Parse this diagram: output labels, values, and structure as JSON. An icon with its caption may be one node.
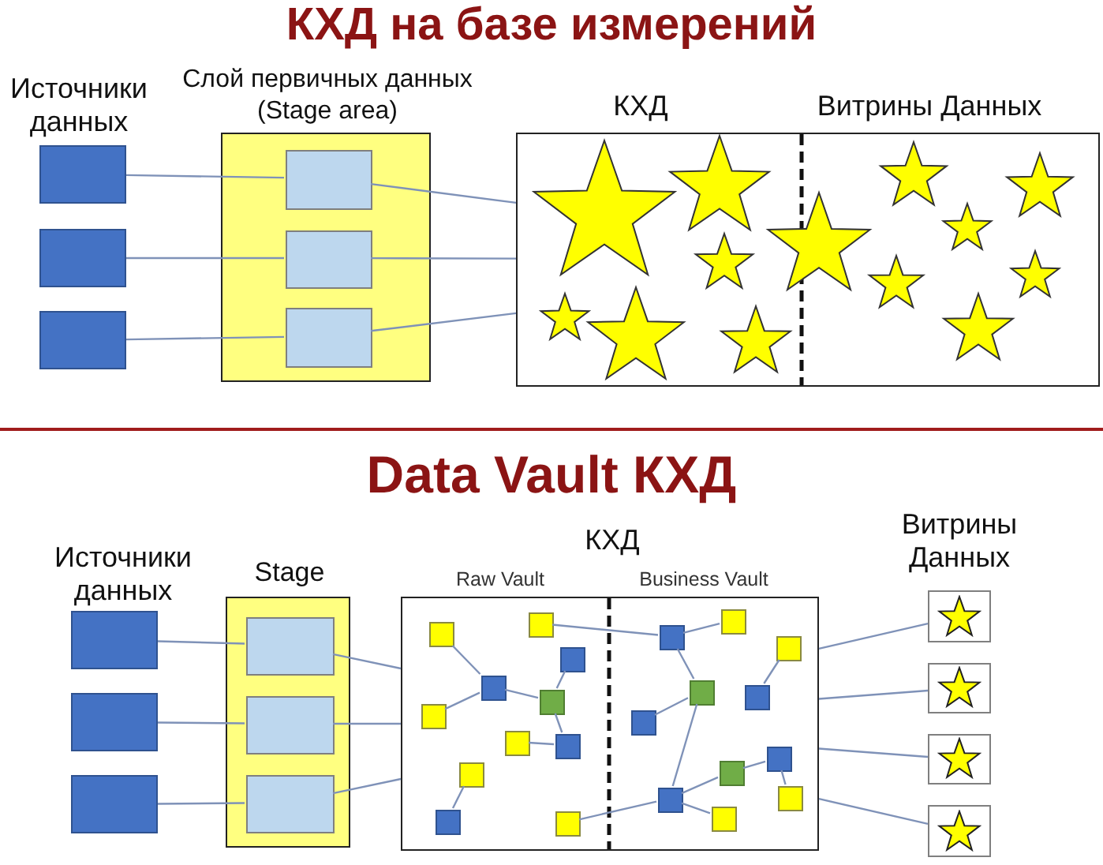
{
  "diagram": {
    "title": "КХД на базе измерений",
    "nodes": [
      {
        "text": [],
        "shape": "box"
      },
      {
        "text": [],
        "shape": "box"
      },
      {
        "text": [],
        "shape": "box"
      },
      {
        "text": [
          "Слой первичных данных (Stage area)"
        ]
      },
      {
        "text": [],
        "shape": "box",
        "in": 3
      },
      {
        "text": [],
        "shape": "box",
        "in": 3
      },
      {
        "text": [],
        "shape": "box",
        "in": 3
      },
      {
        "text": [
          "КХД",
          "Витрины Данных"
        ]
      },
      {
        "text": [],
        "shape": "box"
      },
      {
        "text": [],
        "shape": "box"
      },
      {
        "text": [],
        "shape": "box"
      },
      {
        "text": [
          "Stage"
        ]
      },
      {
        "text": [],
        "shape": "box",
        "in": 11
      },
      {
        "text": [],
        "shape": "box",
        "in": 11
      },
      {
        "text": [],
        "shape": "box",
        "in": 11
      },
      {
        "text": [
          "КХД",
          "Raw Vault",
          "Business Vault"
        ]
      },
      {
        "text": [],
        "shape": "box",
        "in": 15
      },
      {
        "text": [],
        "shape": "box",
        "in": 15
      },
      {
        "text": [],
        "shape": "box",
        "in": 15
      },
      {
        "text": [],
        "shape": "box",
        "in": 15
      },
      {
        "text": [],
        "shape": "box",
        "in": 15
      },
      {
        "text": [],
        "shape": "box",
        "in": 15
      },
      {
        "text": [],
        "shape": "box",
        "in": 15
      },
      {
        "text": [],
        "shape": "box",
        "in": 15
      },
      {
        "text": [],
        "shape": "box",
        "in": 15
      },
      {
        "text": [],
        "shape": "box",
        "in": 15
      },
      {
        "text": [],
        "shape": "box",
        "in": 15
      },
      {
        "text": [],
        "shape": "box",
        "in": 15
      },
      {
        "text": [],
        "shape": "box",
        "in": 15
      },
      {
        "text": [],
        "shape": "box",
        "in": 15
      },
      {
        "text": [],
        "shape": "box",
        "in": 15
      },
      {
        "text": [],
        "shape": "box",
        "in": 15
      },
      {
        "text": [],
        "shape": "box",
        "in": 15
      },
      {
        "text": [],
        "shape": "box",
        "in": 15
      },
      {
        "text": [],
        "shape": "box",
        "in": 15
      },
      {
        "text": [],
        "shape": "box",
        "in": 15
      },
      {
        "text": [],
        "shape": "box",
        "in": 15
      },
      {
        "text": [],
        "shape": "box",
        "in": 15
      },
      {
        "text": [],
        "shape": "box"
      },
      {
        "text": [],
        "shape": "box"
      },
      {
        "text": [],
        "shape": "box"
      },
      {
        "text": [],
        "shape": "box"
      }
    ],
    "edges": [
      {
        "from": 0,
        "to": 4,
        "arrow": "none"
      },
      {
        "from": 1,
        "to": 5,
        "arrow": "none"
      },
      {
        "from": 2,
        "to": 6,
        "arrow": "none"
      },
      {
        "from": 4,
        "to": 7,
        "arrow": "none"
      },
      {
        "from": 5,
        "to": 7,
        "arrow": "none"
      },
      {
        "from": 6,
        "to": 7,
        "arrow": "none"
      },
      {
        "from": 8,
        "to": 12,
        "arrow": "none"
      },
      {
        "from": 9,
        "to": 13,
        "arrow": "none"
      },
      {
        "from": 10,
        "to": 14,
        "arrow": "none"
      },
      {
        "from": 12,
        "to": 15,
        "arrow": "none"
      },
      {
        "from": 13,
        "to": 15,
        "arrow": "none"
      },
      {
        "from": 14,
        "to": 15,
        "arrow": "none"
      },
      {
        "from": 16,
        "to": 19,
        "arrow": "none"
      },
      {
        "from": 19,
        "to": 21,
        "arrow": "none"
      },
      {
        "from": 19,
        "to": 20,
        "arrow": "none"
      },
      {
        "from": 20,
        "to": 18,
        "arrow": "none"
      },
      {
        "from": 20,
        "to": 23,
        "arrow": "none"
      },
      {
        "from": 22,
        "to": 23,
        "arrow": "none"
      },
      {
        "from": 24,
        "to": 25,
        "arrow": "none"
      },
      {
        "from": 17,
        "to": 27,
        "arrow": "none"
      },
      {
        "from": 27,
        "to": 28,
        "arrow": "none"
      },
      {
        "from": 27,
        "to": 30,
        "arrow": "none"
      },
      {
        "from": 30,
        "to": 32,
        "arrow": "none"
      },
      {
        "from": 30,
        "to": 36,
        "arrow": "none"
      },
      {
        "from": 29,
        "to": 31,
        "arrow": "none"
      },
      {
        "from": 36,
        "to": 26,
        "arrow": "none"
      },
      {
        "from": 36,
        "to": 34,
        "arrow": "none"
      },
      {
        "from": 36,
        "to": 37,
        "arrow": "none"
      },
      {
        "from": 34,
        "to": 33,
        "arrow": "none"
      },
      {
        "from": 33,
        "to": 35,
        "arrow": "none"
      },
      {
        "from": 15,
        "to": 38,
        "arrow": "none"
      },
      {
        "from": 15,
        "to": 39,
        "arrow": "none"
      },
      {
        "from": 15,
        "to": 40,
        "arrow": "none"
      },
      {
        "from": 15,
        "to": 41,
        "arrow": "none"
      }
    ],
    "labels": [
      "Источники данных",
      "Data Vault КХД",
      "Источники данных",
      "Витрины Данных"
    ]
  }
}
